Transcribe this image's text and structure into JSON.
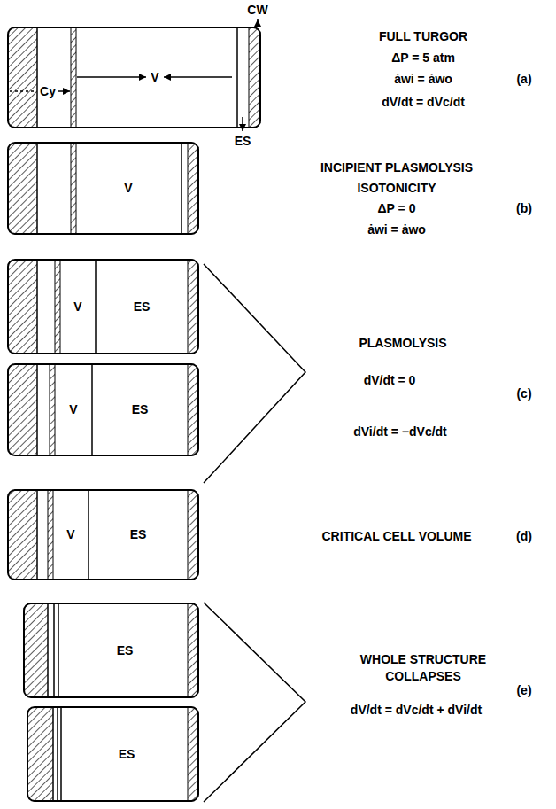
{
  "diagram": {
    "nodes": [
      {
        "text": [
          "Cy",
          "V"
        ]
      },
      {
        "text": [
          "V"
        ]
      },
      {
        "text": [
          "V",
          "ES"
        ]
      },
      {
        "text": [
          "V",
          "ES"
        ]
      },
      {
        "text": [
          "V",
          "ES"
        ]
      },
      {
        "text": [
          "ES"
        ]
      },
      {
        "text": [
          "ES"
        ]
      }
    ],
    "labels": [
      "CW",
      "ES",
      "FULL TURGOR",
      "ΔP = 5 atm",
      "ȧwi = ȧwo",
      "dV/dt = dVc/dt",
      "(a)",
      "INCIPIENT PLASMOLYSIS",
      "ISOTONICITY",
      "ΔP = 0",
      "ȧwi = ȧwo",
      "(b)",
      "PLASMOLYSIS",
      "dV/dt = 0",
      "dVi/dt = −dVc/dt",
      "(c)",
      "CRITICAL CELL VOLUME",
      "(d)",
      "WHOLE STRUCTURE COLLAPSES",
      "dV/dt = dVc/dt + dVi/dt",
      "(e)"
    ]
  }
}
